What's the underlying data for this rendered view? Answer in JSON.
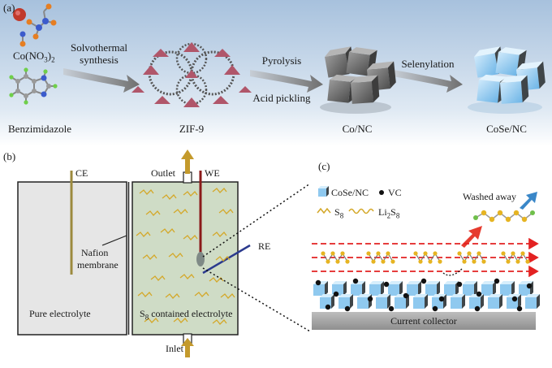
{
  "panel_a": {
    "label": "(a)",
    "reagent_1": "Co(NO",
    "reagent_1_sub": "3",
    "reagent_1_close": ")",
    "reagent_1_sub2": "2",
    "reagent_2": "Benzimidazole",
    "step_1": [
      "Solvothermal",
      "synthesis"
    ],
    "product_1": "ZIF-9",
    "step_2": [
      "Pyrolysis",
      "Acid pickling"
    ],
    "product_2": "Co/NC",
    "step_3": "Selenylation",
    "product_3": "CoSe/NC",
    "colors": {
      "background_top": "#a9c3de",
      "background_bottom": "#ffffff",
      "cube_gray": "#6e6e6e",
      "cube_blue": "#8fc9ef",
      "arrow": "#7a7a7a"
    }
  },
  "panel_b": {
    "label": "(b)",
    "ce": "CE",
    "we": "WE",
    "outlet": "Outlet",
    "inlet": "Inlet",
    "re": "RE",
    "nafion": [
      "Nafion",
      "membrane"
    ],
    "left_chamber": "Pure electrolyte",
    "right_chamber_s": "S",
    "right_chamber_sub": "8",
    "right_chamber_rest": " contained electrolyte",
    "colors": {
      "left_chamber": "#e6e6e6",
      "right_chamber": "#cfdcc6",
      "polysulfide": "#d4a829",
      "electrode_ce": "#9c8a3e",
      "electrode_we": "#8b1a1a",
      "re_line": "#2b3a8e",
      "flow_arrow": "#c49a2c"
    }
  },
  "panel_c": {
    "label": "(c)",
    "legend_cosenc": "CoSe/NC",
    "legend_vc": "VC",
    "legend_s": "S",
    "legend_s_sub": "8",
    "legend_li": "Li",
    "legend_li_sub1": "2",
    "legend_li_s": "S",
    "legend_li_sub2": "8",
    "washed": "Washed away",
    "collector": "Current collector",
    "colors": {
      "flow_dash": "#e32222",
      "collector": "#a9a9a9",
      "cube": "#8fc9ef",
      "dot": "#111111",
      "arrow_red": "#e63b2e",
      "arrow_blue": "#3a87c8"
    }
  }
}
